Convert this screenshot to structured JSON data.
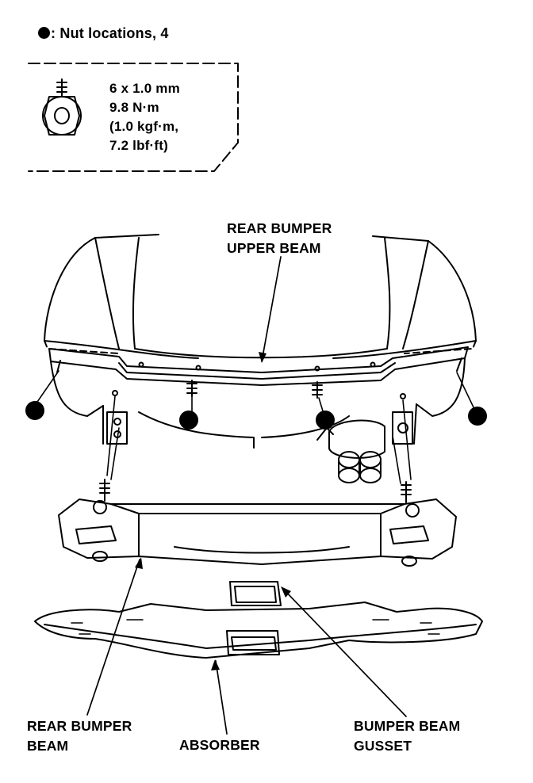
{
  "legend": {
    "nut_marker_text": ": Nut locations, 4",
    "spec_lines": [
      "6 x 1.0 mm",
      "9.8 N·m",
      "(1.0 kgf·m,",
      "7.2 lbf·ft)"
    ]
  },
  "labels": {
    "upper_beam": [
      "REAR BUMPER",
      "UPPER BEAM"
    ],
    "bumper_beam": [
      "REAR BUMPER",
      "BEAM"
    ],
    "absorber": "ABSORBER",
    "gusset": [
      "BUMPER BEAM",
      "GUSSET"
    ]
  },
  "icons": [
    "nut-location-icon",
    "flange-nut-icon"
  ],
  "colors": {
    "ink": "#000000",
    "paper": "#ffffff"
  }
}
